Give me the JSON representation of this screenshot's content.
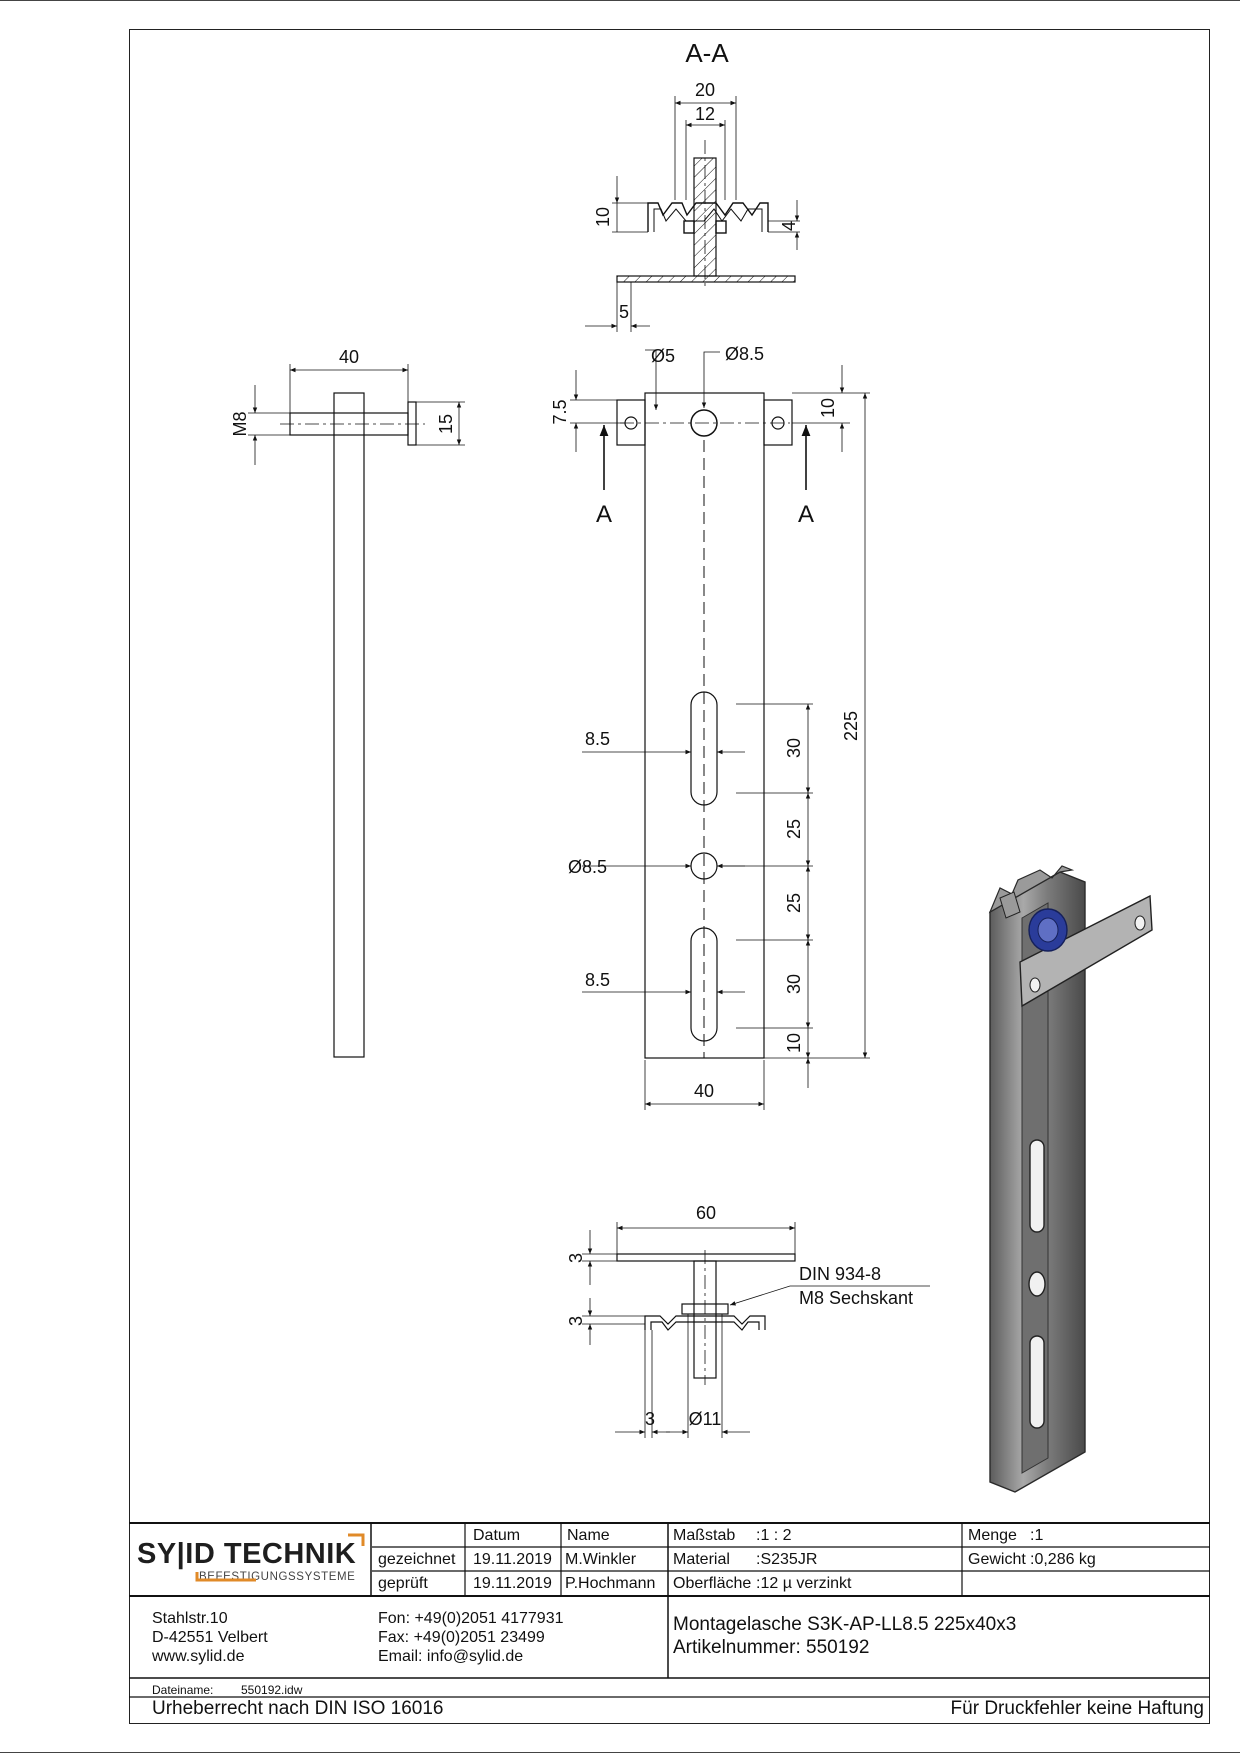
{
  "section_label": "A-A",
  "dimensions": {
    "section_width": "20",
    "section_inner": "12",
    "section_height": "10",
    "section_depth": "4",
    "section_offset": "5",
    "side_length": "40",
    "side_thread": "M8",
    "side_head": "15",
    "front_small_hole": "Ø5",
    "front_big_hole": "Ø8.5",
    "front_top_offset": "7.5",
    "front_top_edge": "10",
    "front_total_length": "225",
    "front_slot_width_1": "8.5",
    "front_slot_length_1": "30",
    "front_gap_1": "25",
    "front_round_hole": "Ø8.5",
    "front_gap_2": "25",
    "front_slot_width_2": "8.5",
    "front_slot_length_2": "30",
    "front_bottom_edge": "10",
    "front_width": "40",
    "bottom_width": "60",
    "bottom_thickness_1": "3",
    "bottom_thickness_2": "3",
    "bottom_offset": "3",
    "bottom_nut_diameter": "Ø11"
  },
  "cut_markers": {
    "left": "A",
    "right": "A"
  },
  "nut_callout": {
    "line1": "DIN 934-8",
    "line2": "M8 Sechskant"
  },
  "title_block": {
    "logo_main": "SY|ID TECHNIK",
    "logo_sub": "BEFESTIGUNGSSYSTEME",
    "col_date": "Datum",
    "col_name": "Name",
    "row_drawn": "gezeichnet",
    "row_checked": "geprüft",
    "drawn_date": "19.11.2019",
    "drawn_name": "M.Winkler",
    "checked_date": "19.11.2019",
    "checked_name": "P.Hochmann",
    "scale_label": "Maßstab",
    "scale_value": ":1 : 2",
    "material_label": "Material",
    "material_value": ":S235JR",
    "surface_label": "Oberfläche",
    "surface_value": ":12 µ verzinkt",
    "quantity_label": "Menge",
    "quantity_value": ":1",
    "weight_label": "Gewicht",
    "weight_value": ":0,286 kg",
    "address_line1": "Stahlstr.10",
    "address_line2": "D-42551 Velbert",
    "address_line3": "www.sylid.de",
    "phone": "Fon: +49(0)2051 4177931",
    "fax": "Fax: +49(0)2051 23499",
    "email": "Email: info@sylid.de",
    "product_title": "Montagelasche S3K-AP-LL8.5 225x40x3",
    "article_number": "Artikelnummer: 550192",
    "filename_label": "Dateiname:",
    "filename_value": "550192.idw",
    "copyright": "Urheberrecht nach DIN ISO 16016",
    "disclaimer": "Für Druckfehler keine Haftung"
  },
  "colors": {
    "line": "#111111",
    "accent": "#e08a28",
    "nut_blue": "#2a3c9a",
    "steel": "#8a8a8a"
  }
}
